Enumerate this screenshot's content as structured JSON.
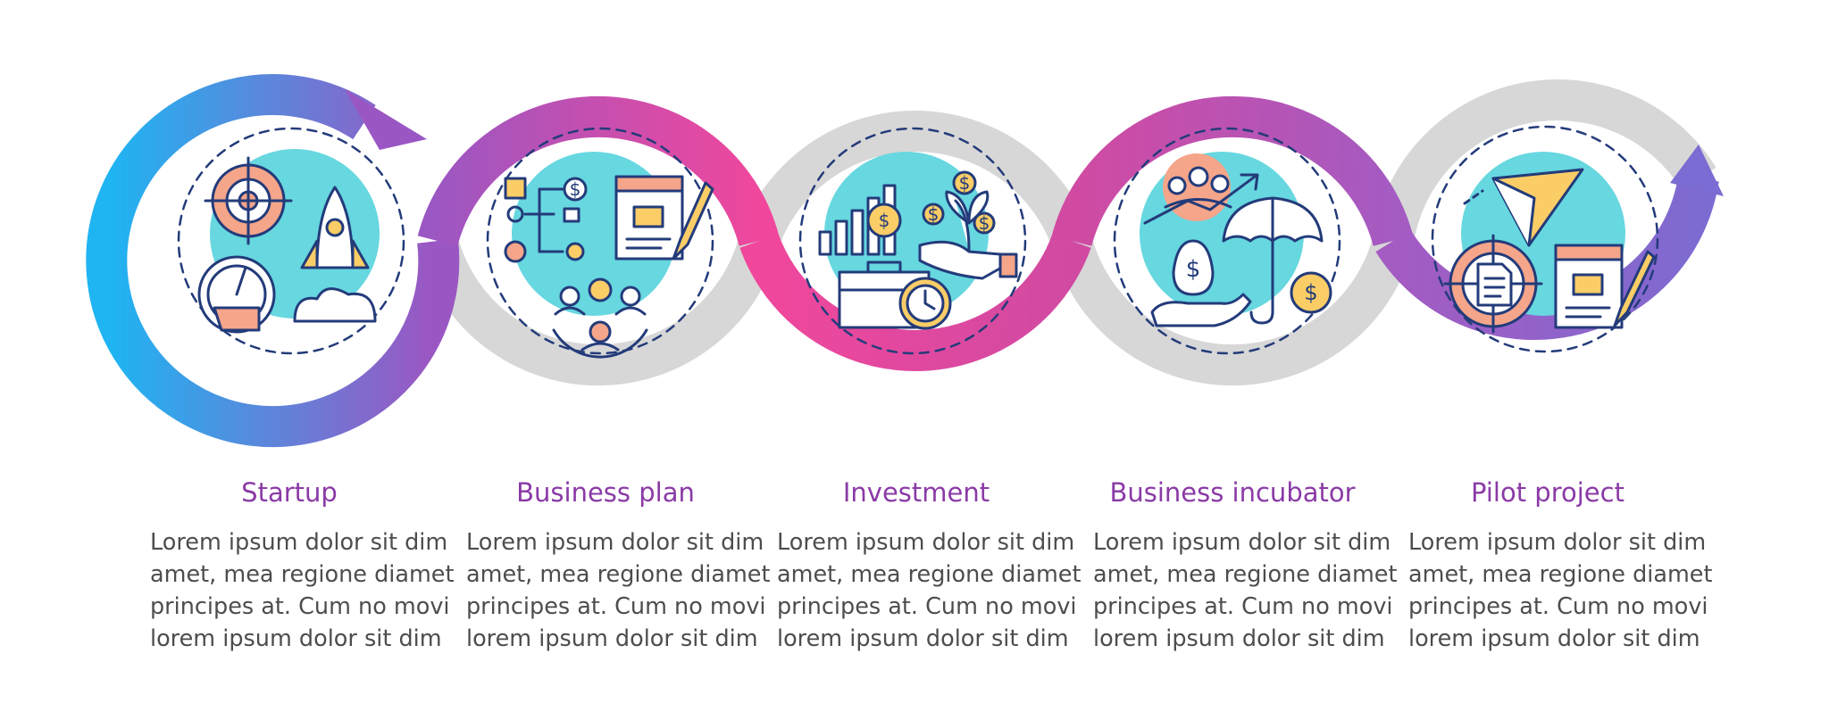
{
  "colors": {
    "blue": "#1fb4f2",
    "purple": "#9a57c3",
    "magenta": "#e93e8f",
    "pink": "#f0479c",
    "violet": "#7a6cd2",
    "gray": "#d7d7d7",
    "teal": "#67d7e0",
    "orange": "#f5a58a",
    "yellow": "#fbcd67",
    "navy": "#233b7a",
    "title": "#8a3aa6",
    "body": "#4d4d4d"
  },
  "steps": [
    {
      "title": "Startup",
      "body": [
        "Lorem ipsum dolor sit dim",
        "amet, mea regione diamet",
        "principes at. Cum no movi",
        "lorem ipsum dolor sit dim"
      ],
      "icons": [
        "target-icon",
        "speedometer-icon",
        "rocket-icon"
      ]
    },
    {
      "title": "Business plan",
      "body": [
        "Lorem ipsum dolor sit dim",
        "amet, mea regione diamet",
        "principes at. Cum no movi",
        "lorem ipsum dolor sit dim"
      ],
      "icons": [
        "flowchart-icon",
        "notepad-chart-icon",
        "team-gear-icon"
      ]
    },
    {
      "title": "Investment",
      "body": [
        "Lorem ipsum dolor sit dim",
        "amet, mea regione diamet",
        "principes at. Cum no movi",
        "lorem ipsum dolor sit dim"
      ],
      "icons": [
        "growth-bars-icon",
        "money-plant-hand-icon",
        "briefcase-clock-icon"
      ]
    },
    {
      "title": "Business incubator",
      "body": [
        "Lorem ipsum dolor sit dim",
        "amet, mea regione diamet",
        "principes at. Cum no movi",
        "lorem ipsum dolor sit dim"
      ],
      "icons": [
        "people-growth-icon",
        "money-egg-hand-icon",
        "umbrella-coin-icon"
      ]
    },
    {
      "title": "Pilot project",
      "body": [
        "Lorem ipsum dolor sit dim",
        "amet, mea regione diamet",
        "principes at. Cum no movi",
        "lorem ipsum dolor sit dim"
      ],
      "icons": [
        "paper-plane-icon",
        "target-document-icon",
        "notepad-chart-icon"
      ]
    }
  ],
  "symbols": {
    "dollar": "$"
  }
}
